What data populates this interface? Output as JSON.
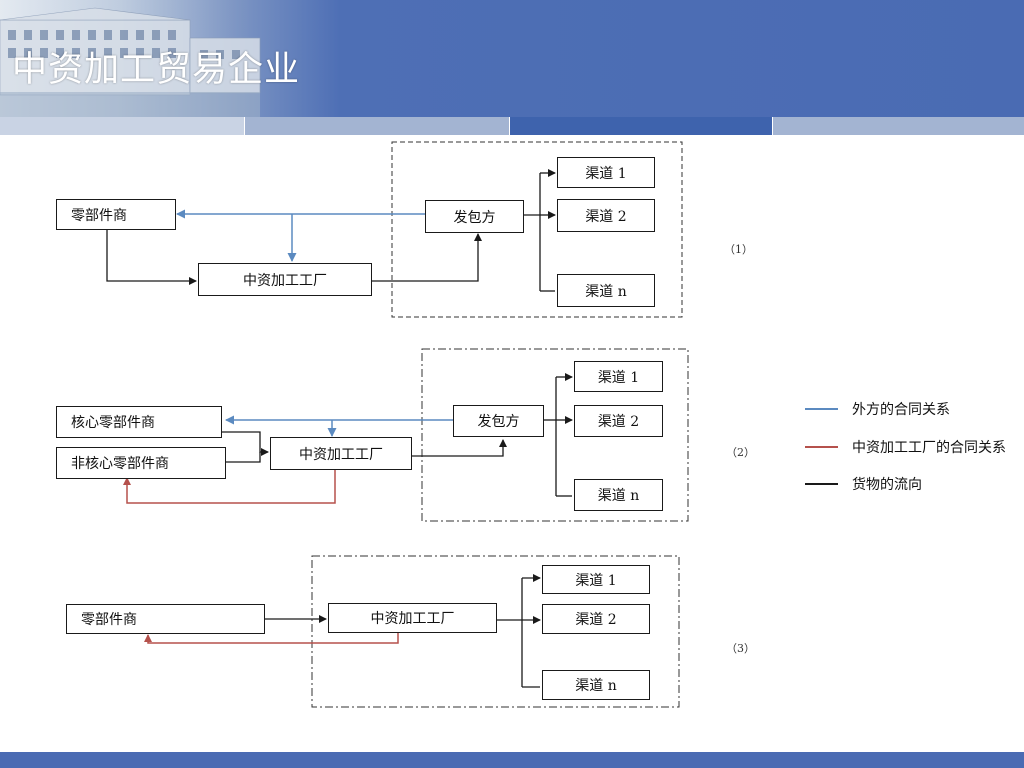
{
  "slide": {
    "title": "中资加工贸易企业"
  },
  "colors": {
    "header_blue": "#4a6bb3",
    "contract_foreign": "#5b8ac0",
    "contract_factory": "#b5514c",
    "goods_flow": "#1a1a1a"
  },
  "diagram1": {
    "supplier": "零部件商",
    "factory": "中资加工工厂",
    "contractor": "发包方",
    "channel1": "渠道 1",
    "channel2": "渠道 2",
    "channeln": "渠道 n",
    "caption": "（1）"
  },
  "diagram2": {
    "core_supplier": "核心零部件商",
    "noncore_supplier": "非核心零部件商",
    "factory": "中资加工工厂",
    "contractor": "发包方",
    "channel1": "渠道 1",
    "channel2": "渠道 2",
    "channeln": "渠道 n",
    "caption": "（2）"
  },
  "diagram3": {
    "supplier": "零部件商",
    "factory": "中资加工工厂",
    "channel1": "渠道 1",
    "channel2": "渠道 2",
    "channeln": "渠道 n",
    "caption": "（3）"
  },
  "legend": [
    {
      "label": "外方的合同关系",
      "color": "#5b8ac0"
    },
    {
      "label": "中资加工工厂的合同关系",
      "color": "#b5514c"
    },
    {
      "label": "货物的流向",
      "color": "#1a1a1a"
    }
  ]
}
